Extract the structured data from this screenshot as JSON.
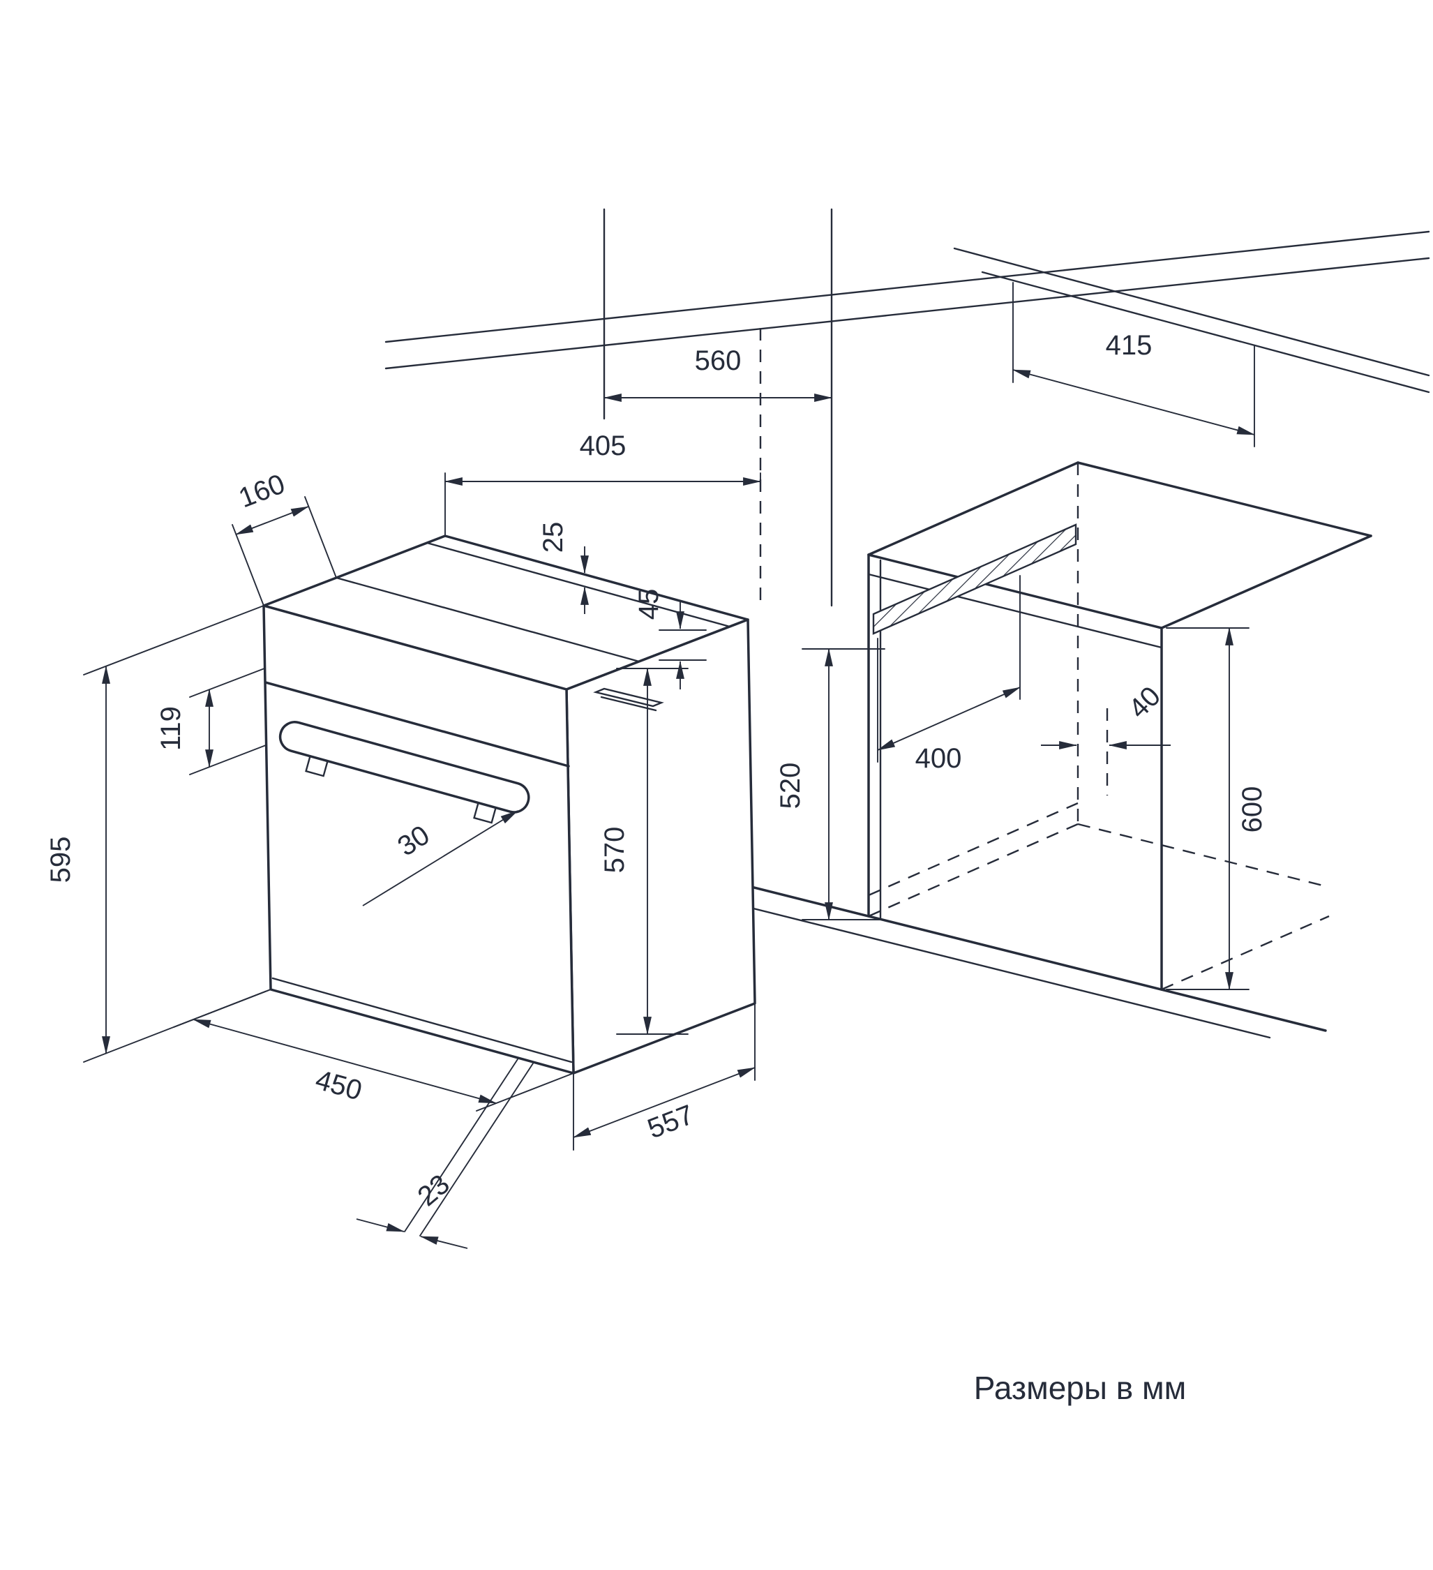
{
  "diagram": {
    "caption": "Размеры в мм",
    "dimensions": {
      "niche_width": "560",
      "countertop_depth": "415",
      "top_edge_inset": "160",
      "top_clearance_depth": "405",
      "top_gap": "25",
      "vent_clearance": "45",
      "control_panel_height": "119",
      "oven_height": "595",
      "handle_clearance": "30",
      "door_height": "570",
      "niche_inner_depth": "520",
      "shelf_depth": "400",
      "rear_gap": "40",
      "niche_height": "600",
      "oven_width": "450",
      "oven_depth": "557",
      "door_offset": "23"
    }
  }
}
